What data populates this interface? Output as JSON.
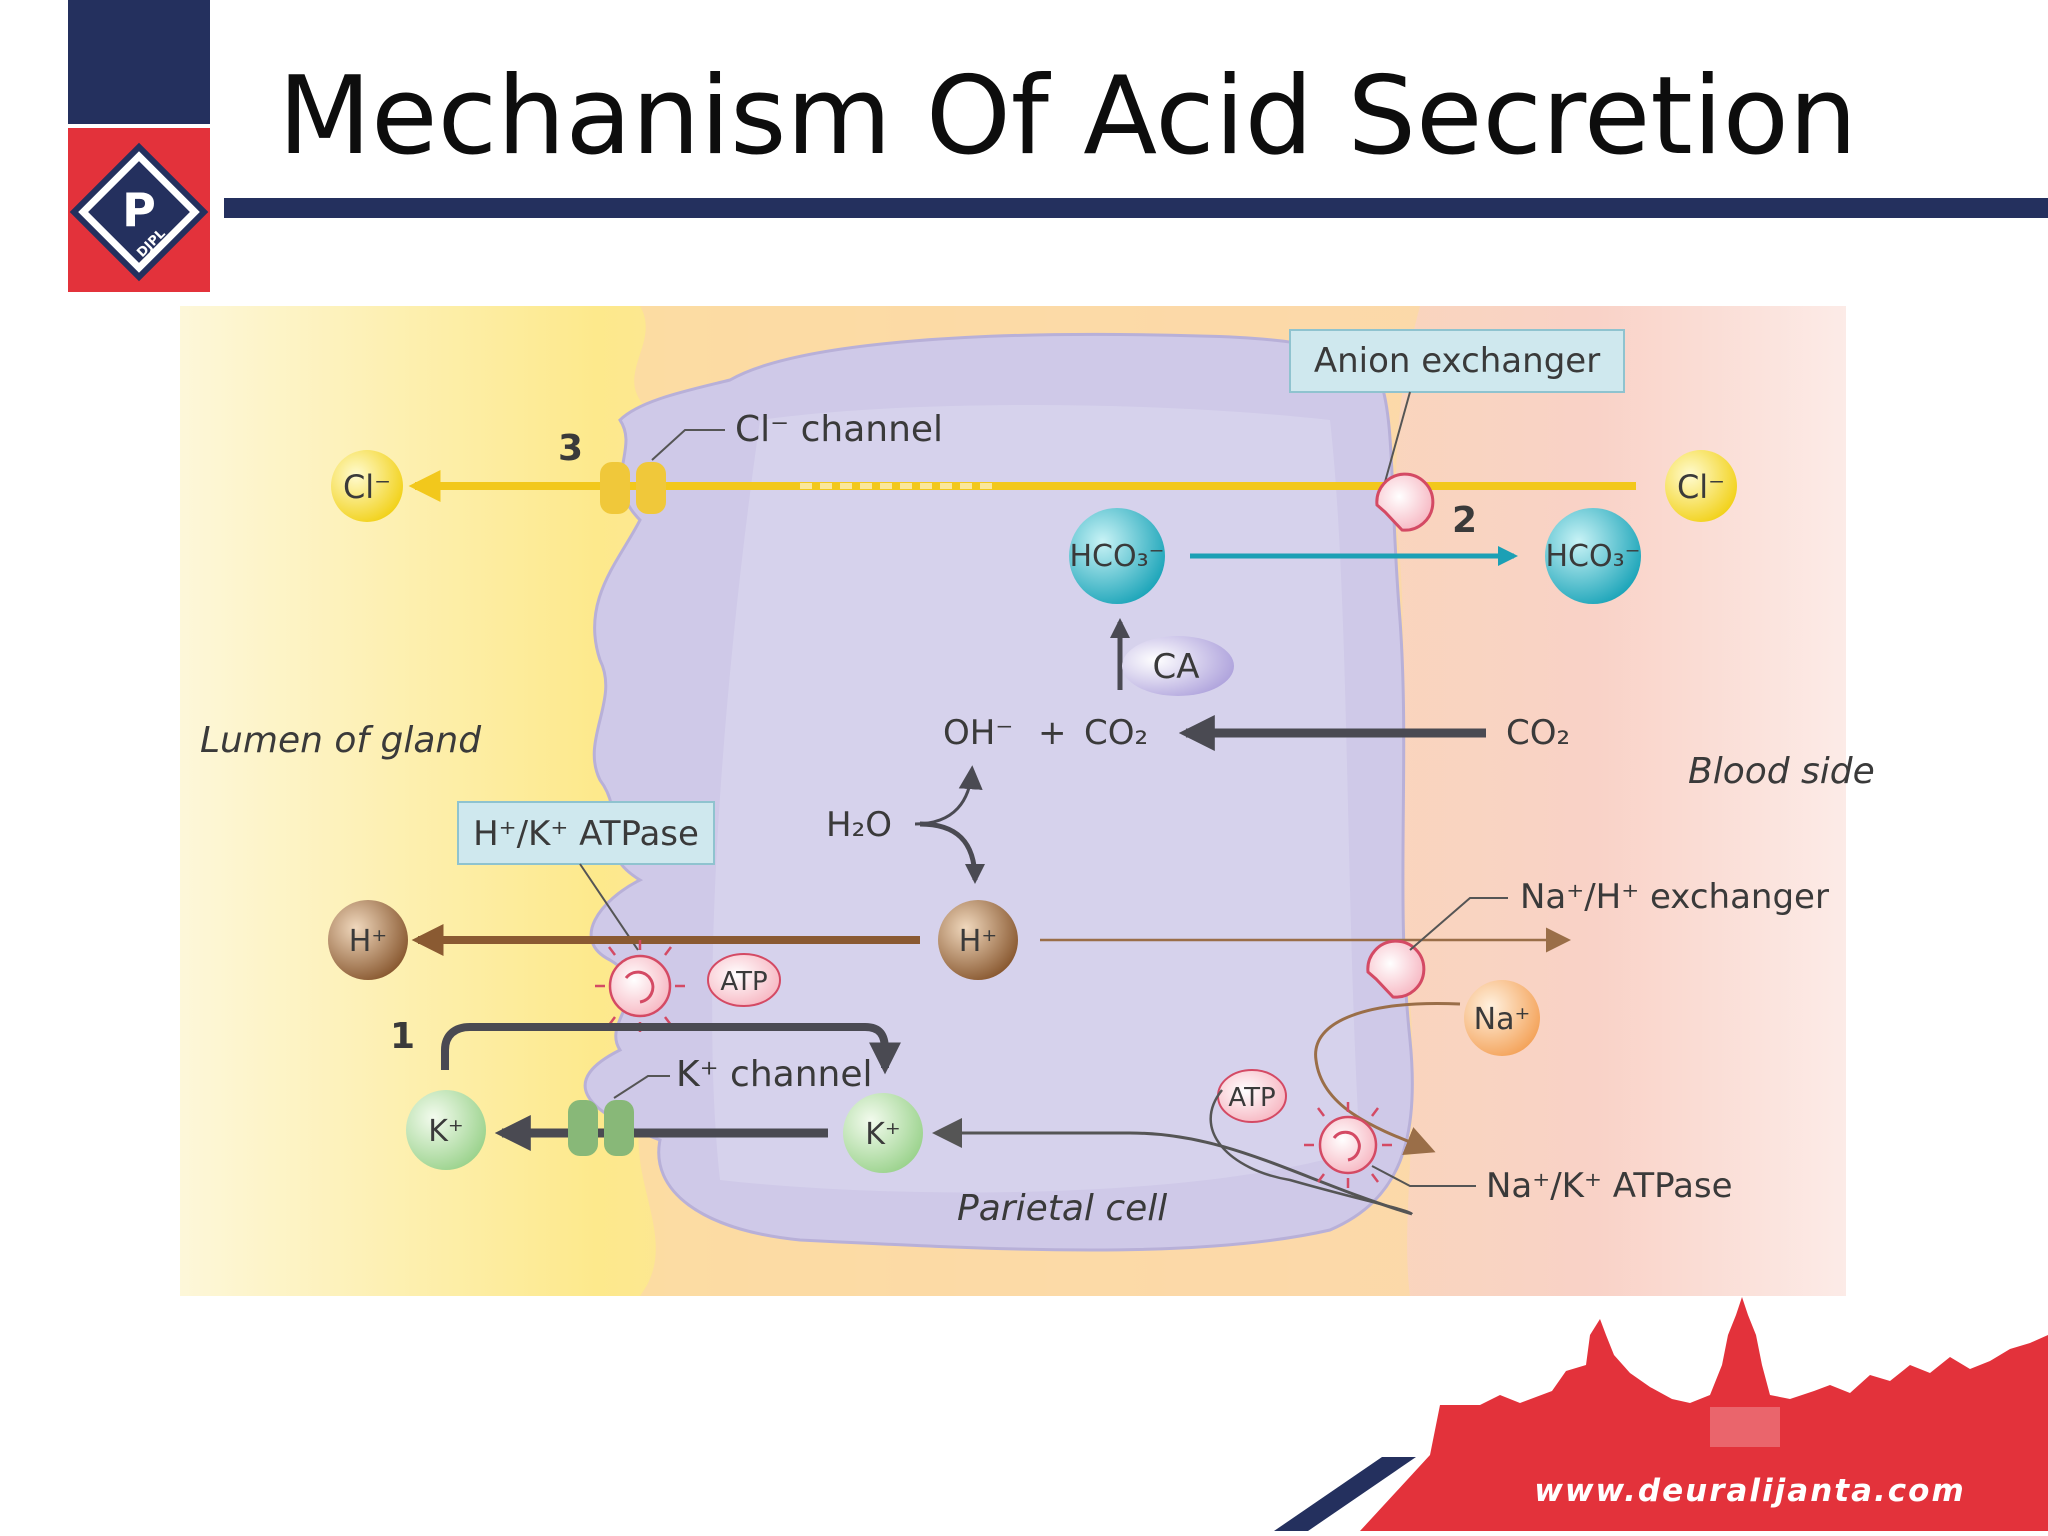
{
  "title": "Mechanism Of Acid Secretion",
  "logo": {
    "text": "DJPL",
    "colors": {
      "navy": "#24305e",
      "red": "#e3323b"
    }
  },
  "diagram": {
    "regions": {
      "lumen": "Lumen of gland",
      "blood": "Blood side",
      "cell": "Parietal cell"
    },
    "ions": {
      "cl_lumen": "Cl⁻",
      "cl_blood": "Cl⁻",
      "hco3_cell": "HCO₃⁻",
      "hco3_blood": "HCO₃⁻",
      "h_lumen": "H⁺",
      "h_cell": "H⁺",
      "k_lumen": "K⁺",
      "k_cell": "K⁺",
      "na_blood": "Na⁺"
    },
    "labels": {
      "cl_channel": "Cl⁻ channel",
      "anion_exchanger": "Anion exchanger",
      "h_k_atpase": "H⁺/K⁺ ATPase",
      "k_channel": "K⁺ channel",
      "na_h_exchanger": "Na⁺/H⁺ exchanger",
      "na_k_atpase": "Na⁺/K⁺ ATPase",
      "ca": "CA",
      "atp_lumen": "ATP",
      "atp_blood": "ATP",
      "oh": "OH⁻",
      "plus": "+",
      "co2_cell": "CO₂",
      "co2_blood": "CO₂",
      "h2o": "H₂O"
    },
    "steps": {
      "one": "1",
      "two": "2",
      "three": "3"
    }
  },
  "footer": {
    "url": "www.deuralijanta.com",
    "colors": {
      "red": "#e3323b",
      "navy": "#24305e"
    }
  }
}
